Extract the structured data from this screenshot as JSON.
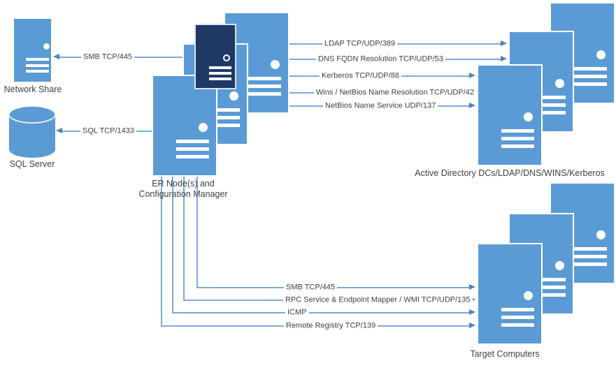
{
  "diagram": {
    "nodes": {
      "network_share": {
        "label": "Network Share"
      },
      "sql_server": {
        "label": "SQL Server"
      },
      "er_node": {
        "label_line1": "ER Node(s) and",
        "label_line2": "Configuration Manager"
      },
      "active_directory": {
        "label": "Active Directory DCs/LDAP/DNS/WINS/Kerberos"
      },
      "target_computers": {
        "label": "Target Computers"
      }
    },
    "connections": {
      "smb_share": {
        "label": "SMB TCP/445",
        "direction": "left"
      },
      "sql": {
        "label": "SQL TCP/1433",
        "direction": "left"
      },
      "ldap": {
        "label": "LDAP TCP/UDP/389",
        "direction": "right"
      },
      "dns": {
        "label": "DNS FQDN Resolution TCP/UDP/53",
        "direction": "right"
      },
      "kerberos": {
        "label": "Kerberos TCP/UDP/88",
        "direction": "right"
      },
      "wins": {
        "label": "Wins / NetBios Name Resolution TCP/UDP/42",
        "direction": "right"
      },
      "netbios": {
        "label": "NetBios Name Service UDP/137",
        "direction": "right"
      },
      "smb_target": {
        "label": "SMB TCP/445",
        "direction": "right"
      },
      "rpc": {
        "label": "RPC Service & Endpoint Mapper / WMI TCP/UDP/135",
        "direction": "right"
      },
      "icmp": {
        "label": "ICMP",
        "direction": "right"
      },
      "remote_registry": {
        "label": "Remote Registry TCP/139",
        "direction": "right"
      }
    },
    "colors": {
      "server_fill": "#5B9BD5",
      "server_dark_fill": "#1F3864",
      "server_border": "#FFFFFF",
      "connector_line": "#7CA9DD",
      "arrowhead": "#4F81BD",
      "label_text": "#404040"
    }
  }
}
